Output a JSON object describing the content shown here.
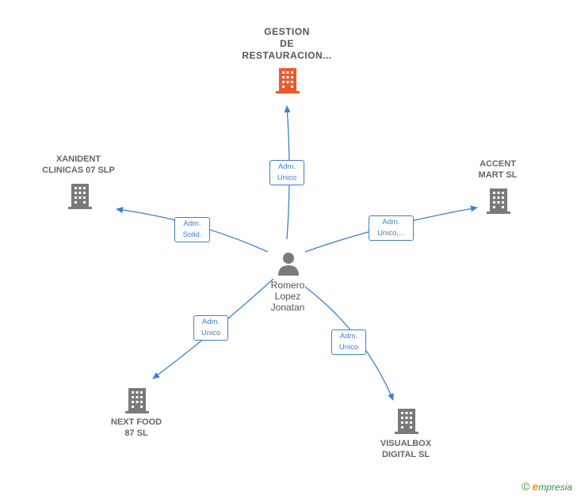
{
  "colors": {
    "edge": "#3d7fd6",
    "building": "#7a7a7a",
    "building_highlight": "#f05a28",
    "person": "#7a7a7a"
  },
  "person": {
    "name": "Romero\nLopez\nJonatan",
    "icon": "person-icon"
  },
  "companies": {
    "top": {
      "name": "GESTION\nDE\nRESTAURACION...",
      "icon": "building-icon-highlight"
    },
    "left": {
      "name": "XANIDENT\nCLINICAS 07 SLP",
      "icon": "building-icon"
    },
    "right": {
      "name": "ACCENT\nMART  SL",
      "icon": "building-icon"
    },
    "bottom_left": {
      "name": "NEXT FOOD\n87  SL",
      "icon": "building-icon"
    },
    "bottom_right": {
      "name": "VISUALBOX\nDIGITAL  SL",
      "icon": "building-icon"
    }
  },
  "relations": {
    "top": "Adm.\nUnico",
    "left": "Adm.\nSolid.",
    "right": "Adm.\nUnico,...",
    "bottom_left": "Adm.\nUnico",
    "bottom_right": "Adm.\nUnico"
  },
  "footer": {
    "copyright": "©",
    "brand_e": "e",
    "brand_rest": "mpresia"
  }
}
